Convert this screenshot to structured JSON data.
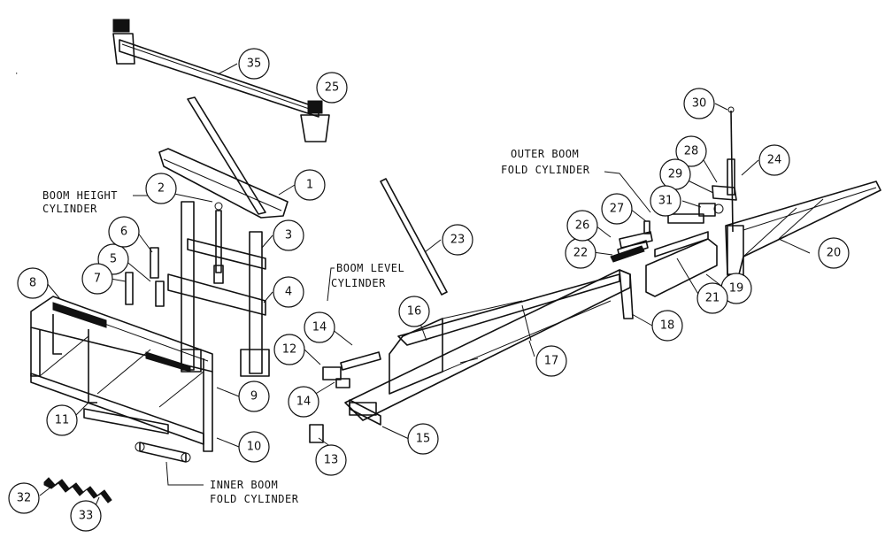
{
  "callouts": [
    {
      "n": "1"
    },
    {
      "n": "2"
    },
    {
      "n": "3"
    },
    {
      "n": "4"
    },
    {
      "n": "5"
    },
    {
      "n": "6"
    },
    {
      "n": "7"
    },
    {
      "n": "8"
    },
    {
      "n": "9"
    },
    {
      "n": "10"
    },
    {
      "n": "11"
    },
    {
      "n": "12"
    },
    {
      "n": "13"
    },
    {
      "n": "14"
    },
    {
      "n": "14"
    },
    {
      "n": "15"
    },
    {
      "n": "16"
    },
    {
      "n": "17"
    },
    {
      "n": "18"
    },
    {
      "n": "19"
    },
    {
      "n": "20"
    },
    {
      "n": "21"
    },
    {
      "n": "22"
    },
    {
      "n": "23"
    },
    {
      "n": "24"
    },
    {
      "n": "25"
    },
    {
      "n": "26"
    },
    {
      "n": "27"
    },
    {
      "n": "28"
    },
    {
      "n": "29"
    },
    {
      "n": "30"
    },
    {
      "n": "31"
    },
    {
      "n": "32"
    },
    {
      "n": "33"
    },
    {
      "n": "35"
    }
  ],
  "labels": {
    "boom_height": [
      "BOOM HEIGHT",
      "CYLINDER"
    ],
    "boom_level": [
      "BOOM LEVEL",
      "CYLINDER"
    ],
    "outer_boom": [
      "OUTER BOOM",
      "FOLD CYLINDER"
    ],
    "inner_boom": [
      "INNER BOOM",
      "FOLD CYLINDER"
    ]
  }
}
